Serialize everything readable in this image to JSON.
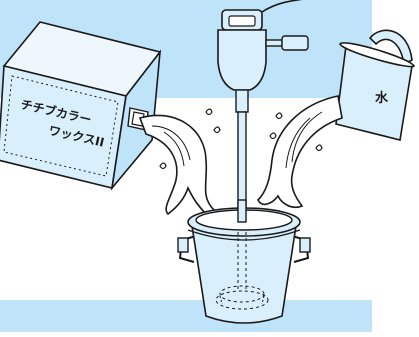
{
  "colors": {
    "band": "#bfe3f8",
    "liquid": "#ffffff",
    "equipment": "#d9f0fc",
    "outline": "#1a1a1a"
  },
  "labels": {
    "wax_can_line1": "チチブカラー",
    "wax_can_line2": "ワックスII",
    "water_pitcher": "水"
  },
  "icons": {
    "wax_can": "wax-can-icon",
    "mixer": "stirring-mixer-icon",
    "pitcher": "water-pitcher-icon",
    "bucket": "mixing-bucket-icon"
  }
}
